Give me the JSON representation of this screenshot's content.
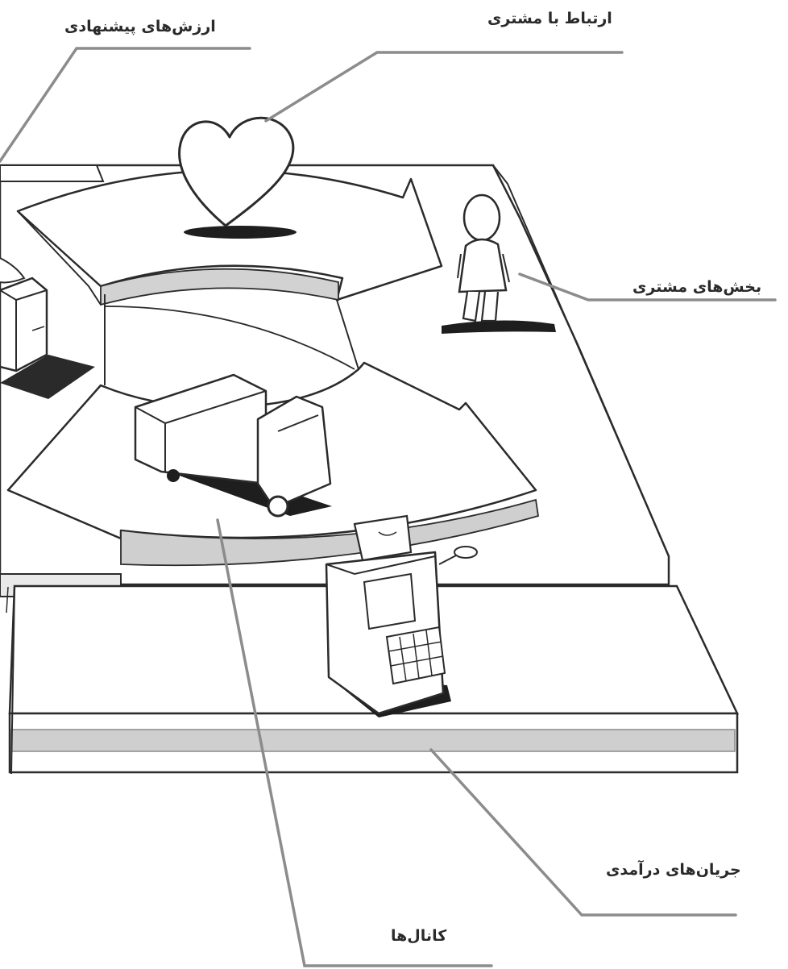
{
  "labels": {
    "value_propositions": "ارزش‌های پیشنهادی",
    "customer_relationships": "ارتباط با مشتری",
    "customer_segments": "بخش‌های مشتری",
    "revenue_streams": "جریان‌های درآمدی",
    "channels": "کانال‌ها"
  },
  "icons": [
    "heart-icon",
    "person-icon",
    "gift-box-icon",
    "truck-icon",
    "cash-register-icon"
  ],
  "colors": {
    "leader_line": "#8c8c8c",
    "outline": "#2b2b2b",
    "band_gray": "#cfcfcf",
    "board_white": "#ffffff",
    "board_shade": "#e9e9e9"
  }
}
